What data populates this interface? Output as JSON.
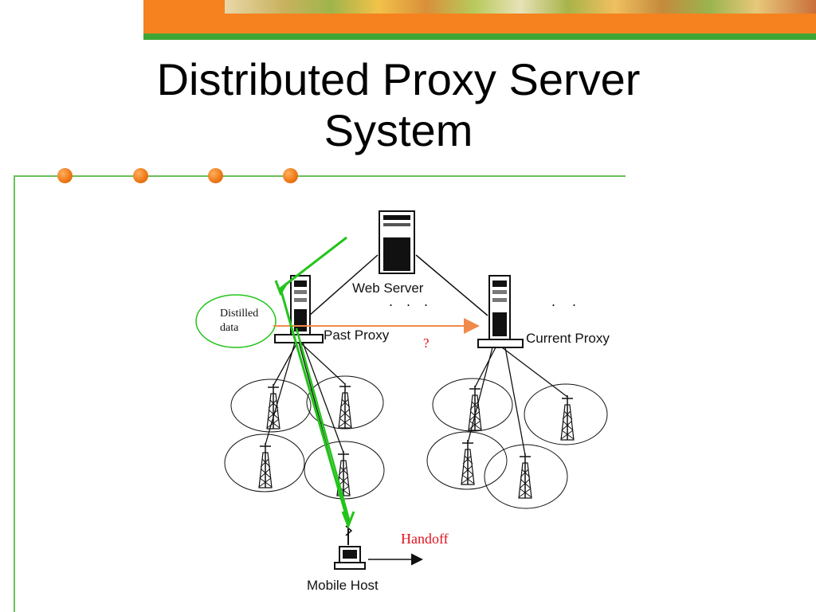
{
  "slide": {
    "title_line1": "Distributed Proxy Server",
    "title_line2": "System"
  },
  "diagram": {
    "web_server_label": "Web Server",
    "past_proxy_label": "Past Proxy",
    "current_proxy_label": "Current Proxy",
    "mobile_host_label": "Mobile Host",
    "distilled_line1": "Distilled",
    "distilled_line2": "data",
    "question_mark": "?",
    "handoff_label": "Handoff",
    "ellipsis_left": ". . .",
    "ellipsis_right": ". ."
  },
  "colors": {
    "banner_orange": "#f5821f",
    "banner_green": "#3fa535",
    "rule_green": "#6bbf59",
    "bullet_orange": "#f07a18",
    "path_green": "#22c41a",
    "arrow_orange": "#f08a4b",
    "annotation_red": "#e0141e"
  }
}
